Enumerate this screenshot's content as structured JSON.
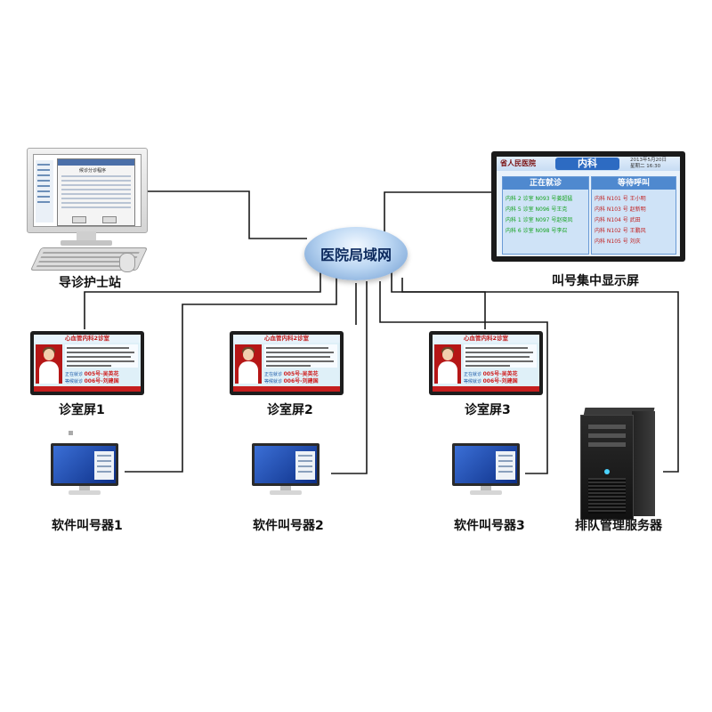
{
  "network": {
    "lan_label": "医院局域网"
  },
  "nodes": {
    "nurse_station": {
      "label": "导诊护士站",
      "app_title": "候诊分诊程序"
    },
    "central_display": {
      "label": "叫号集中显示屏",
      "hospital_name": "省人民医院",
      "department": "内科",
      "date": "2013年5月20日",
      "weekday_time": "星期二 16:30",
      "in_progress_header": "正在就诊",
      "waiting_header": "等待呼叫",
      "in_progress": [
        "内科 2 诊室 N093 号姜超猛",
        "内科 5 诊室 N096 号王克",
        "内科 1 诊室 N097 号赵晓凤",
        "内科 6 诊室 N098 号李召"
      ],
      "waiting": [
        "内科 N101 号  王小明",
        "内科 N103 号  赵新明",
        "内科 N104 号  武田",
        "内科 N102 号  王鹏风",
        "内科 N105 号  刘庆"
      ]
    },
    "room_screens": [
      {
        "label": "诊室屏1"
      },
      {
        "label": "诊室屏2"
      },
      {
        "label": "诊室屏3"
      }
    ],
    "room_screen_content": {
      "title": "心血管内科2诊室",
      "current_label": "正在就诊",
      "current_value": "005号-吴英花",
      "waiting_label": "等候就诊",
      "waiting_value": "006号-刘建国"
    },
    "callers": [
      {
        "label": "软件叫号器1"
      },
      {
        "label": "软件叫号器2"
      },
      {
        "label": "软件叫号器3"
      }
    ],
    "server": {
      "label": "排队管理服务器"
    }
  },
  "colors": {
    "wire": "#1a1a1a",
    "lan_text": "#0d2a5e",
    "display_green": "#15a21f",
    "display_red": "#c22222",
    "room_accent": "#c51e1e"
  }
}
